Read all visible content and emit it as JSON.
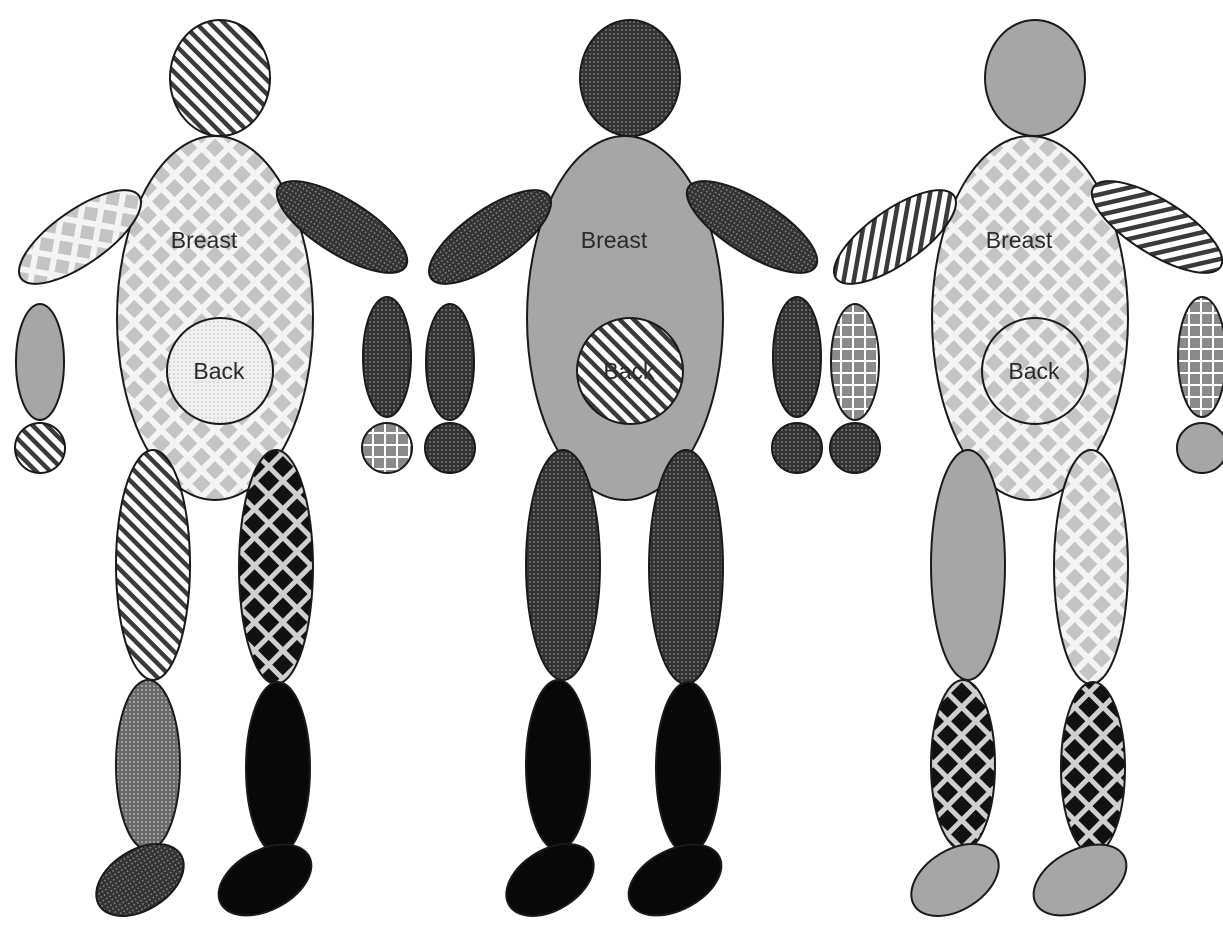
{
  "labels": {
    "breast": "Breast",
    "back": "Back"
  },
  "fill_colors": {
    "dark_dots": "#3c3c3c",
    "black": "#080808",
    "light_gray": "#a6a6a6",
    "medium_dots": "#737373",
    "diamond_light": "#dcdcdc",
    "diamond_dark": "#111111",
    "hatch_line": "#3a3a3a"
  },
  "figures": [
    {
      "name": "figure-left",
      "parts": {
        "head": "hatch",
        "torso": "diamond-light",
        "back": "dots-light",
        "r-upper-arm": "diamond-light",
        "r-forearm": "gray",
        "r-hand": "hatch",
        "l-upper-arm": "dots-dark",
        "l-forearm": "dots-dark",
        "l-hand": "grid",
        "r-thigh": "hatch",
        "r-shin": "dots-medium",
        "r-foot": "dots-dark",
        "l-thigh": "diamond-dark",
        "l-shin": "black",
        "l-foot": "black"
      }
    },
    {
      "name": "figure-center",
      "parts": {
        "head": "dots-dark",
        "torso": "gray",
        "back": "hatch",
        "r-upper-arm": "dots-dark",
        "r-forearm": "dots-dark",
        "r-hand": "dots-dark",
        "l-upper-arm": "dots-dark",
        "l-forearm": "dots-dark",
        "l-hand": "dots-dark",
        "r-thigh": "dots-dark",
        "r-shin": "black",
        "r-foot": "black",
        "l-thigh": "dots-dark",
        "l-shin": "black",
        "l-foot": "black"
      }
    },
    {
      "name": "figure-right",
      "parts": {
        "head": "gray",
        "torso": "diamond-light",
        "back": "diamond-light",
        "r-upper-arm": "hatch",
        "r-forearm": "grid",
        "r-hand": "dots-dark",
        "l-upper-arm": "hatch",
        "l-forearm": "grid",
        "l-hand": "gray",
        "r-thigh": "gray",
        "r-shin": "diamond-dark",
        "r-foot": "gray",
        "l-thigh": "diamond-light",
        "l-shin": "diamond-dark",
        "l-foot": "gray"
      }
    }
  ]
}
